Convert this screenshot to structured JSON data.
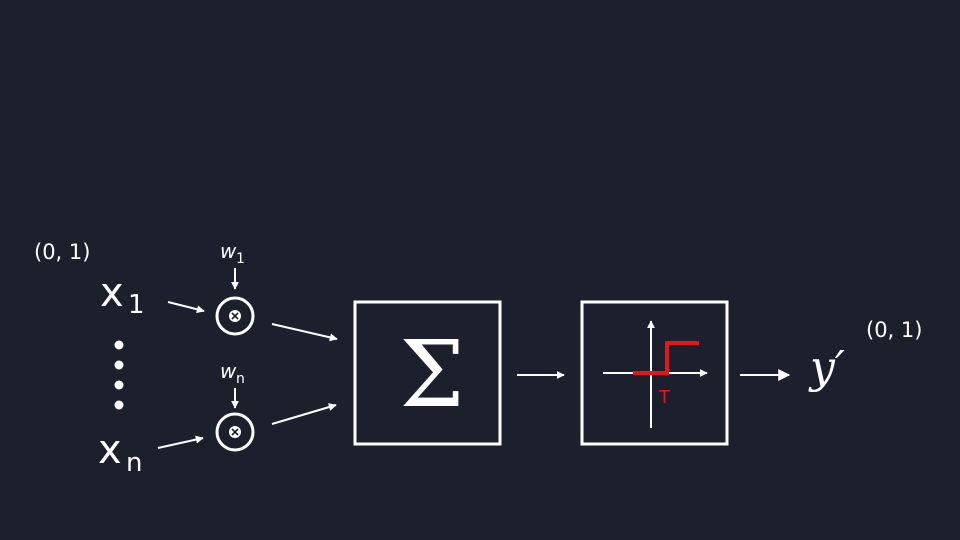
{
  "inputs": {
    "range_label": "(0, 1)",
    "x1_var": "x",
    "x1_sub": "1",
    "xn_var": "x",
    "xn_sub": "n"
  },
  "weights": {
    "w1_var": "w",
    "w1_sub": "1",
    "wn_var": "w",
    "wn_sub": "n"
  },
  "summation": {
    "symbol": "Σ"
  },
  "activation": {
    "threshold_label": "T",
    "step_color": "#e8141b"
  },
  "output": {
    "label": "y′",
    "range_label": "(0, 1)"
  },
  "colors": {
    "background": "#1b202c",
    "foreground": "#ffffff"
  }
}
